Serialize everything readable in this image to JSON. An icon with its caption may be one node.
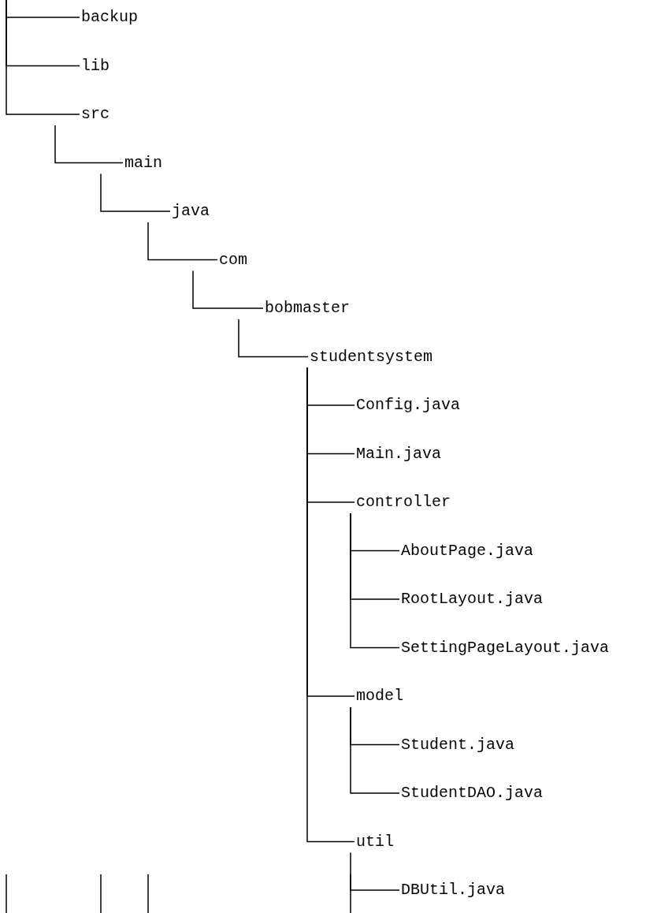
{
  "diagram": {
    "nodes": [
      {
        "text": [
          "backup"
        ]
      },
      {
        "text": [
          "lib"
        ]
      },
      {
        "text": [
          "src"
        ]
      },
      {
        "text": [
          "main"
        ]
      },
      {
        "text": [
          "java"
        ]
      },
      {
        "text": [
          "com"
        ]
      },
      {
        "text": [
          "bobmaster"
        ]
      },
      {
        "text": [
          "studentsystem"
        ]
      },
      {
        "text": [
          "Config.java"
        ]
      },
      {
        "text": [
          "Main.java"
        ]
      },
      {
        "text": [
          "controller"
        ]
      },
      {
        "text": [
          "AboutPage.java"
        ]
      },
      {
        "text": [
          "RootLayout.java"
        ]
      },
      {
        "text": [
          "SettingPageLayout.java"
        ]
      },
      {
        "text": [
          "model"
        ]
      },
      {
        "text": [
          "Student.java"
        ]
      },
      {
        "text": [
          "StudentDAO.java"
        ]
      },
      {
        "text": [
          "util"
        ]
      },
      {
        "text": [
          "DBUtil.java"
        ]
      }
    ],
    "edges": [
      {
        "from": null,
        "to": 0,
        "arrow": "none"
      },
      {
        "from": null,
        "to": 1,
        "arrow": "none"
      },
      {
        "from": null,
        "to": 2,
        "arrow": "none"
      },
      {
        "from": 2,
        "to": 3,
        "arrow": "none"
      },
      {
        "from": 3,
        "to": 4,
        "arrow": "none"
      },
      {
        "from": 4,
        "to": 5,
        "arrow": "none"
      },
      {
        "from": 5,
        "to": 6,
        "arrow": "none"
      },
      {
        "from": 6,
        "to": 7,
        "arrow": "none"
      },
      {
        "from": 7,
        "to": 8,
        "arrow": "none"
      },
      {
        "from": 7,
        "to": 9,
        "arrow": "none"
      },
      {
        "from": 7,
        "to": 10,
        "arrow": "none"
      },
      {
        "from": 10,
        "to": 11,
        "arrow": "none"
      },
      {
        "from": 10,
        "to": 12,
        "arrow": "none"
      },
      {
        "from": 10,
        "to": 13,
        "arrow": "none"
      },
      {
        "from": 7,
        "to": 14,
        "arrow": "none"
      },
      {
        "from": 14,
        "to": 15,
        "arrow": "none"
      },
      {
        "from": 14,
        "to": 16,
        "arrow": "none"
      },
      {
        "from": 7,
        "to": 17,
        "arrow": "none"
      },
      {
        "from": 17,
        "to": 18,
        "arrow": "none"
      }
    ]
  }
}
